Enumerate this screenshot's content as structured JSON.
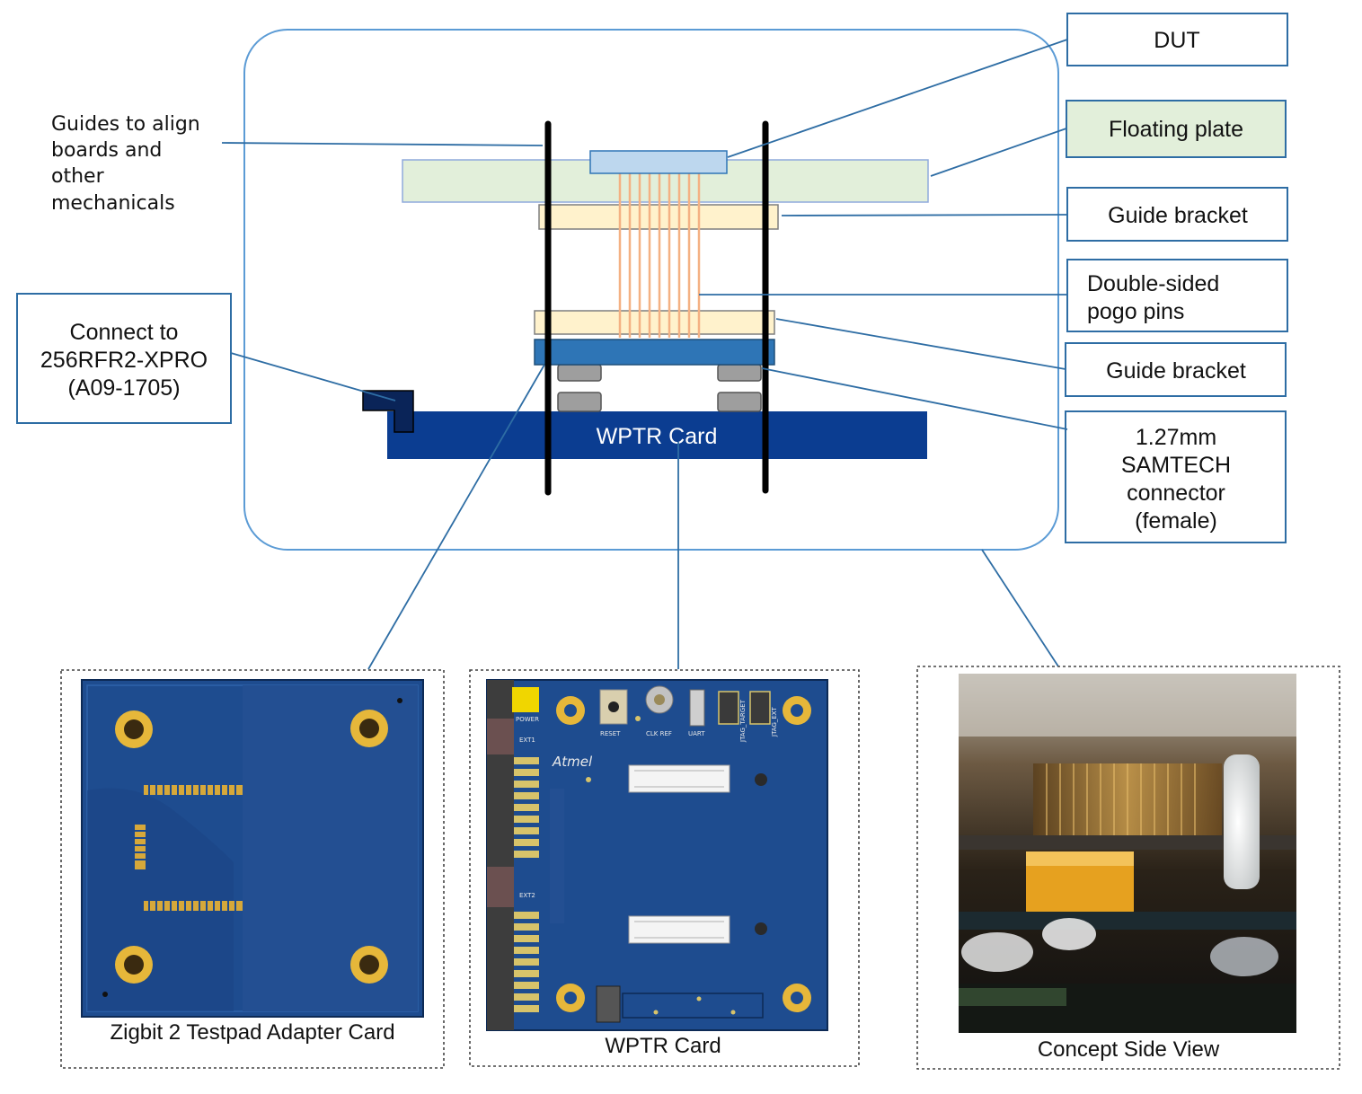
{
  "labels": {
    "dut": "DUT",
    "floating_plate": "Floating plate",
    "guide_bracket_top": "Guide bracket",
    "pogo_line1": "Double-sided",
    "pogo_line2": "pogo pins",
    "guide_bracket_bottom": "Guide bracket",
    "samtech_line1": "1.27mm",
    "samtech_line2": "SAMTECH",
    "samtech_line3": "connector",
    "samtech_line4": "(female)",
    "guides_line1": "Guides to align",
    "guides_line2": "boards and",
    "guides_line3": "other",
    "guides_line4": "mechanicals",
    "connect_line1": "Connect to",
    "connect_line2": "256RFR2-XPRO",
    "connect_line3": "(A09-1705)",
    "wptr_card": "WPTR Card"
  },
  "panels": {
    "zigbit_caption": "Zigbit 2 Testpad Adapter Card",
    "wptr_caption": "WPTR Card",
    "concept_caption": "Concept Side View"
  },
  "board_silkscreen": {
    "power": "POWER",
    "ext1": "EXT1",
    "ext2": "EXT2",
    "reset": "RESET",
    "clk_ref": "CLK REF",
    "uart": "UART",
    "logo": "Atmel",
    "jtag_target": "JTAG_TARGET",
    "jtag_ext": "JTAG_EXT"
  },
  "colors": {
    "outline_blue": "#5b9bd5",
    "floating_plate": "#e2efda",
    "dut": "#bdd7ee",
    "guide_bracket": "#fff2cc",
    "pogo_pin": "#f4b183",
    "wptr_card": "#0b3d91",
    "rail": "#000000",
    "pcb_blue": "#1e4c8f"
  }
}
